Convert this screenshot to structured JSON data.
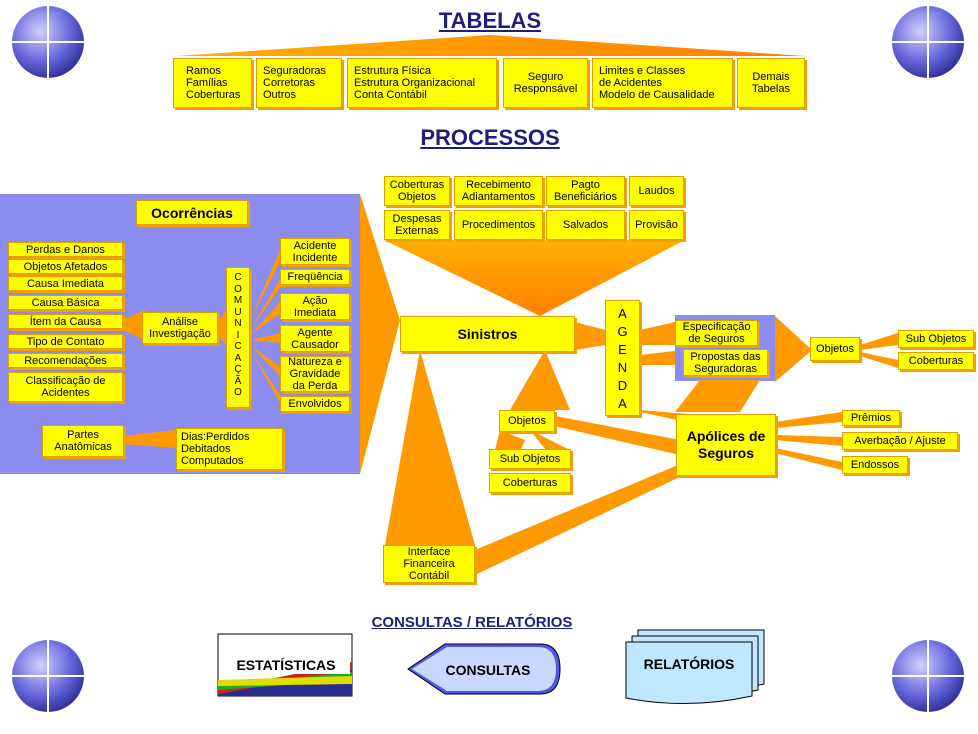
{
  "headings": {
    "tabelas": "TABELAS",
    "processos": "PROCESSOS",
    "consultas_relatorios": "CONSULTAS / RELATÓRIOS"
  },
  "tabelas": [
    "Ramos\nFamílias\nCoberturas",
    "Seguradoras\nCorretoras\nOutros",
    "Estrutura Física\nEstrutura Organizacional\nConta Contábil",
    "Seguro\nResponsável",
    "Limites e Classes\nde Acidentes\nModelo de Causalidade",
    "Demais\nTabelas"
  ],
  "ocorrencias": {
    "title": "Ocorrências",
    "left_items": [
      "Perdas e Danos",
      "Objetos Afetados",
      "Causa Imediata",
      "Causa Básica",
      "Ítem da Causa",
      "Tipo de Contato",
      "Recomendações",
      "Classificação de\nAcidentes"
    ],
    "analise": "Análise\nInvestigação",
    "comunicacao": [
      "C",
      "O",
      "M",
      "U",
      "N",
      "I",
      "C",
      "A",
      "Ç",
      "Ã",
      "O"
    ],
    "right_items": [
      "Acidente\nIncidente",
      "Freqüência",
      "Ação\nImediata",
      "Agente\nCausador",
      "Natureza e\nGravidade\nda Perda",
      "Envolvidos"
    ],
    "partes": "Partes\nAnatômicas",
    "dias": "Dias:Perdidos\n      Debitados\n      Computados"
  },
  "sinistros": {
    "title": "Sinistros",
    "top_items": [
      "Coberturas\nObjetos",
      "Recebimento\nAdiantamentos",
      "Pagto\nBeneficiários",
      "Laudos",
      "Despesas\nExternas",
      "Procedimentos",
      "Salvados",
      "Provisão"
    ],
    "objetos": "Objetos",
    "sub_objetos": "Sub Objetos",
    "coberturas": "Coberturas",
    "interface": "Interface\nFinanceira\nContábil"
  },
  "agenda": [
    "A",
    "G",
    "E",
    "N",
    "D",
    "A"
  ],
  "especificacao": "Especificação\nde Seguros",
  "propostas": "Propostas das\nSeguradoras",
  "objetos_right": "Objetos",
  "sub_objetos_right": "Sub Objetos",
  "coberturas_right": "Coberturas",
  "apolices": {
    "title": "Apólices de\nSeguros",
    "items": [
      "Prêmios",
      "Averbação / Ajuste",
      "Endossos"
    ]
  },
  "bottom": {
    "estatisticas": "ESTATÍSTICAS",
    "consultas": "CONSULTAS",
    "relatorios": "RELATÓRIOS"
  },
  "colors": {
    "box_fill": "#ffff00",
    "connector": "#ff9900",
    "ocorrencias_panel": "#8888ee",
    "heading": "#1f1f7a"
  }
}
